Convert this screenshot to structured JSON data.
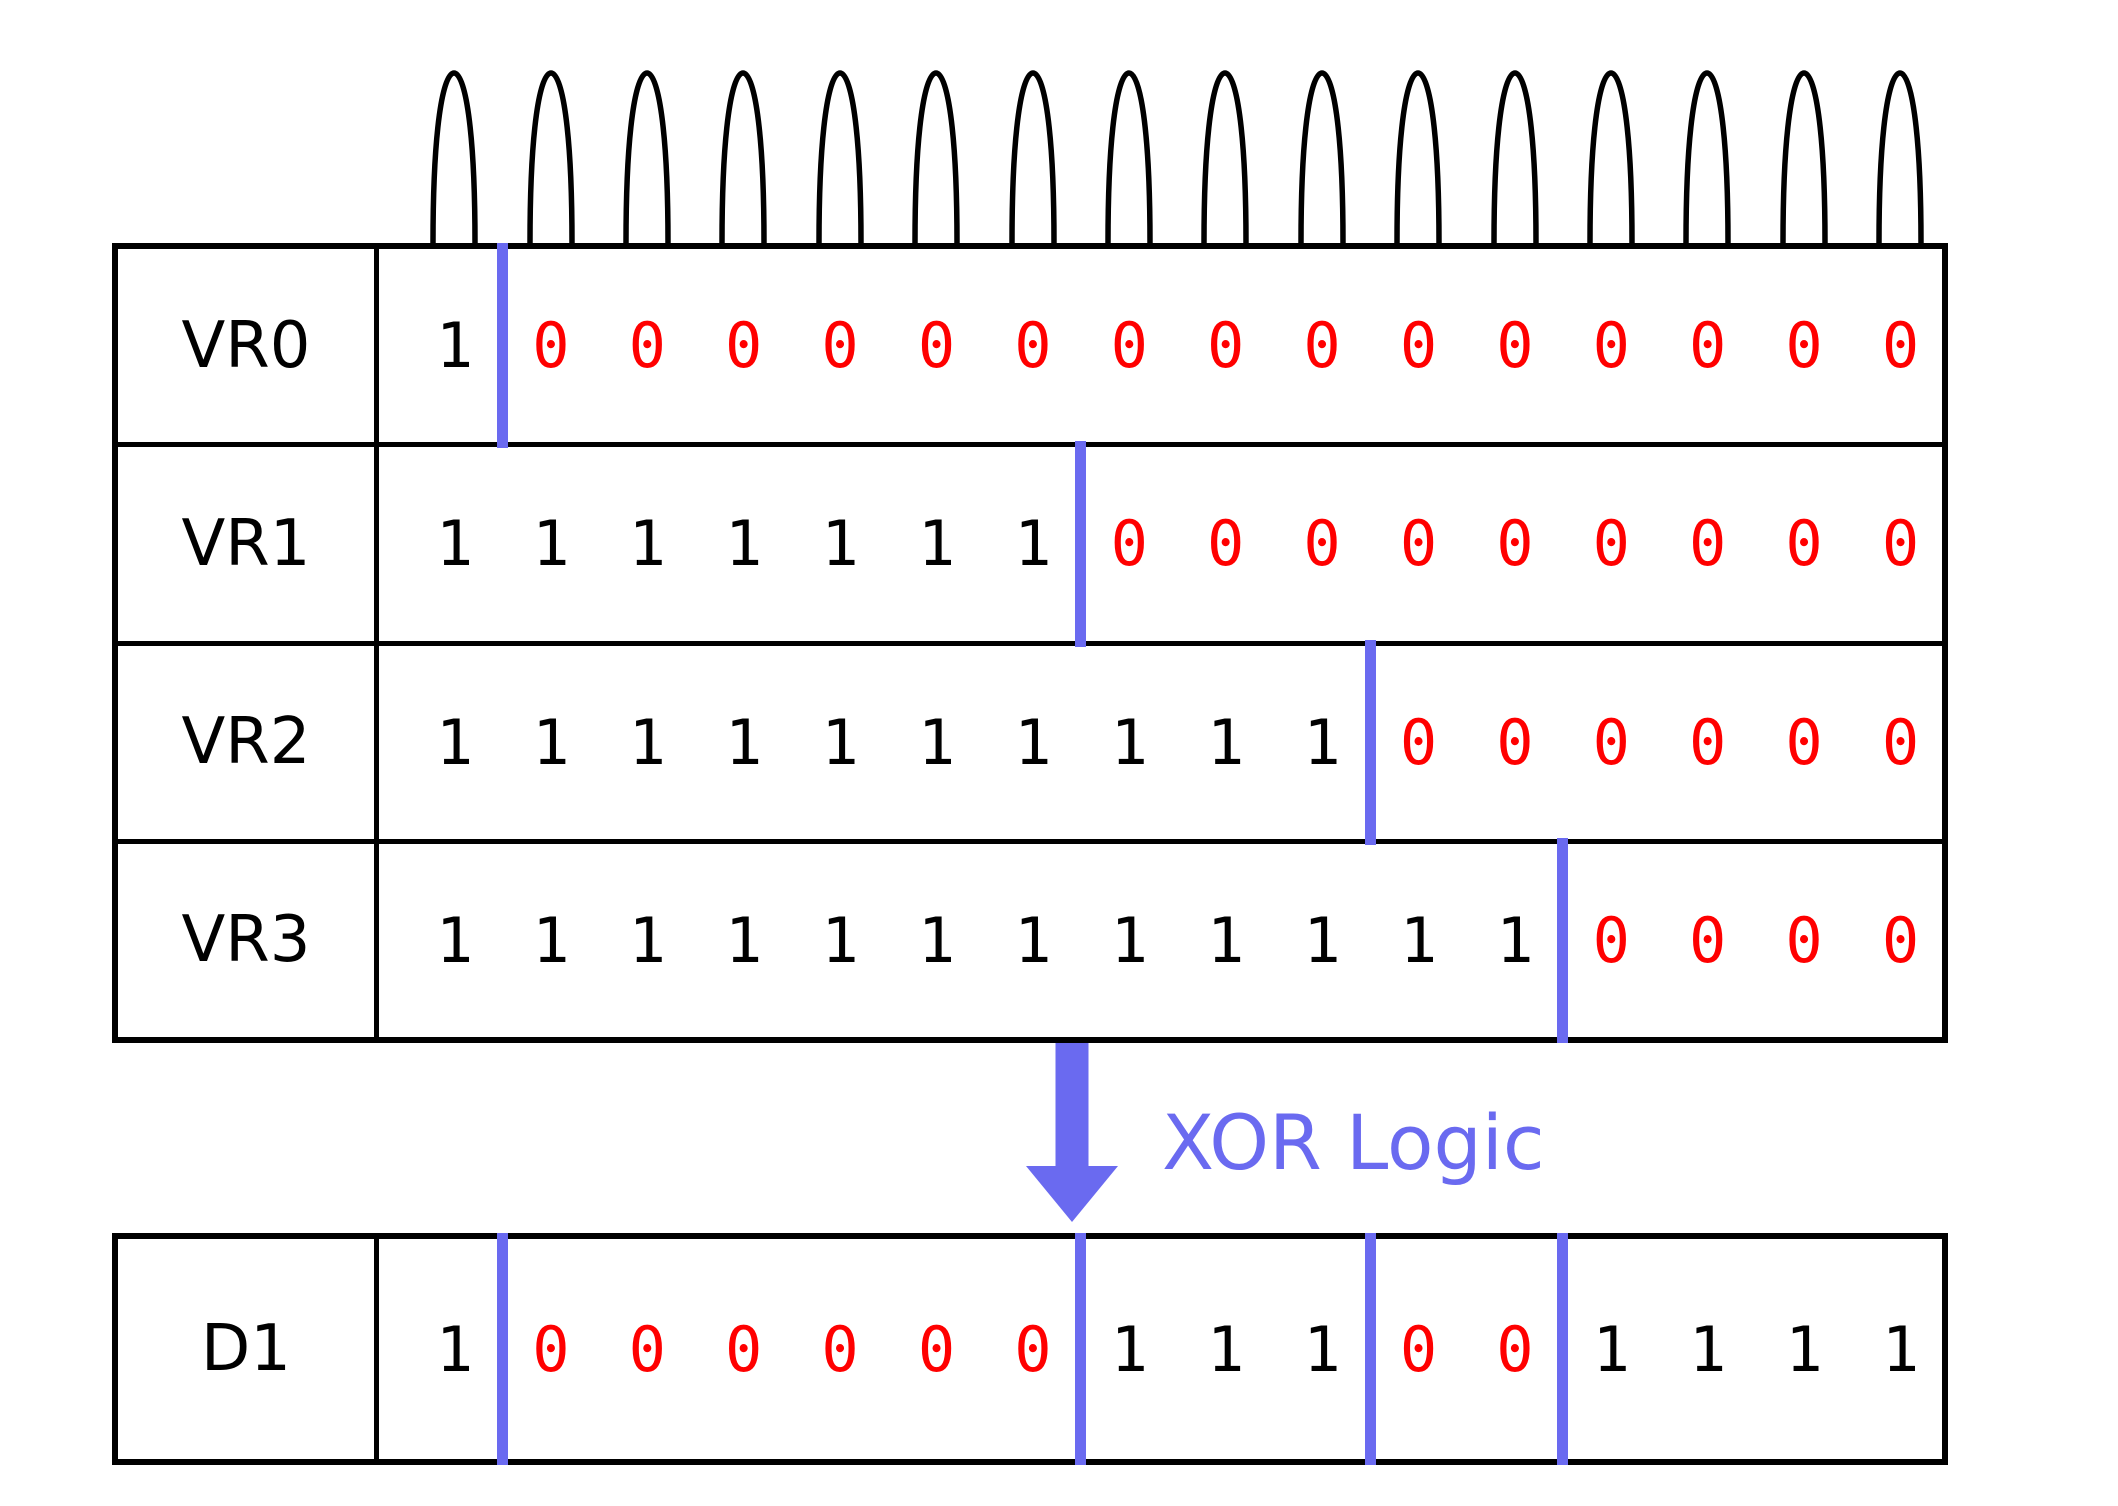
{
  "diagram": {
    "arches": {
      "count": 16
    },
    "arrow_label": "XOR Logic",
    "colors": {
      "one": "#000000",
      "zero": "#FF0000",
      "blue": "#6A6AF0",
      "line": "#000000",
      "background": "#FFFFFF"
    },
    "registers": [
      {
        "label": "VR0",
        "bits": [
          1,
          0,
          0,
          0,
          0,
          0,
          0,
          0,
          0,
          0,
          0,
          0,
          0,
          0,
          0,
          0
        ],
        "divider_after_bit": 1
      },
      {
        "label": "VR1",
        "bits": [
          1,
          1,
          1,
          1,
          1,
          1,
          1,
          0,
          0,
          0,
          0,
          0,
          0,
          0,
          0,
          0
        ],
        "divider_after_bit": 7
      },
      {
        "label": "VR2",
        "bits": [
          1,
          1,
          1,
          1,
          1,
          1,
          1,
          1,
          1,
          1,
          0,
          0,
          0,
          0,
          0,
          0
        ],
        "divider_after_bit": 10
      },
      {
        "label": "VR3",
        "bits": [
          1,
          1,
          1,
          1,
          1,
          1,
          1,
          1,
          1,
          1,
          1,
          1,
          0,
          0,
          0,
          0
        ],
        "divider_after_bit": 12
      }
    ],
    "result": {
      "label": "D1",
      "bits": [
        1,
        0,
        0,
        0,
        0,
        0,
        0,
        1,
        1,
        1,
        0,
        0,
        1,
        1,
        1,
        1
      ],
      "dividers_after_bits": [
        1,
        7,
        10,
        12
      ]
    }
  }
}
